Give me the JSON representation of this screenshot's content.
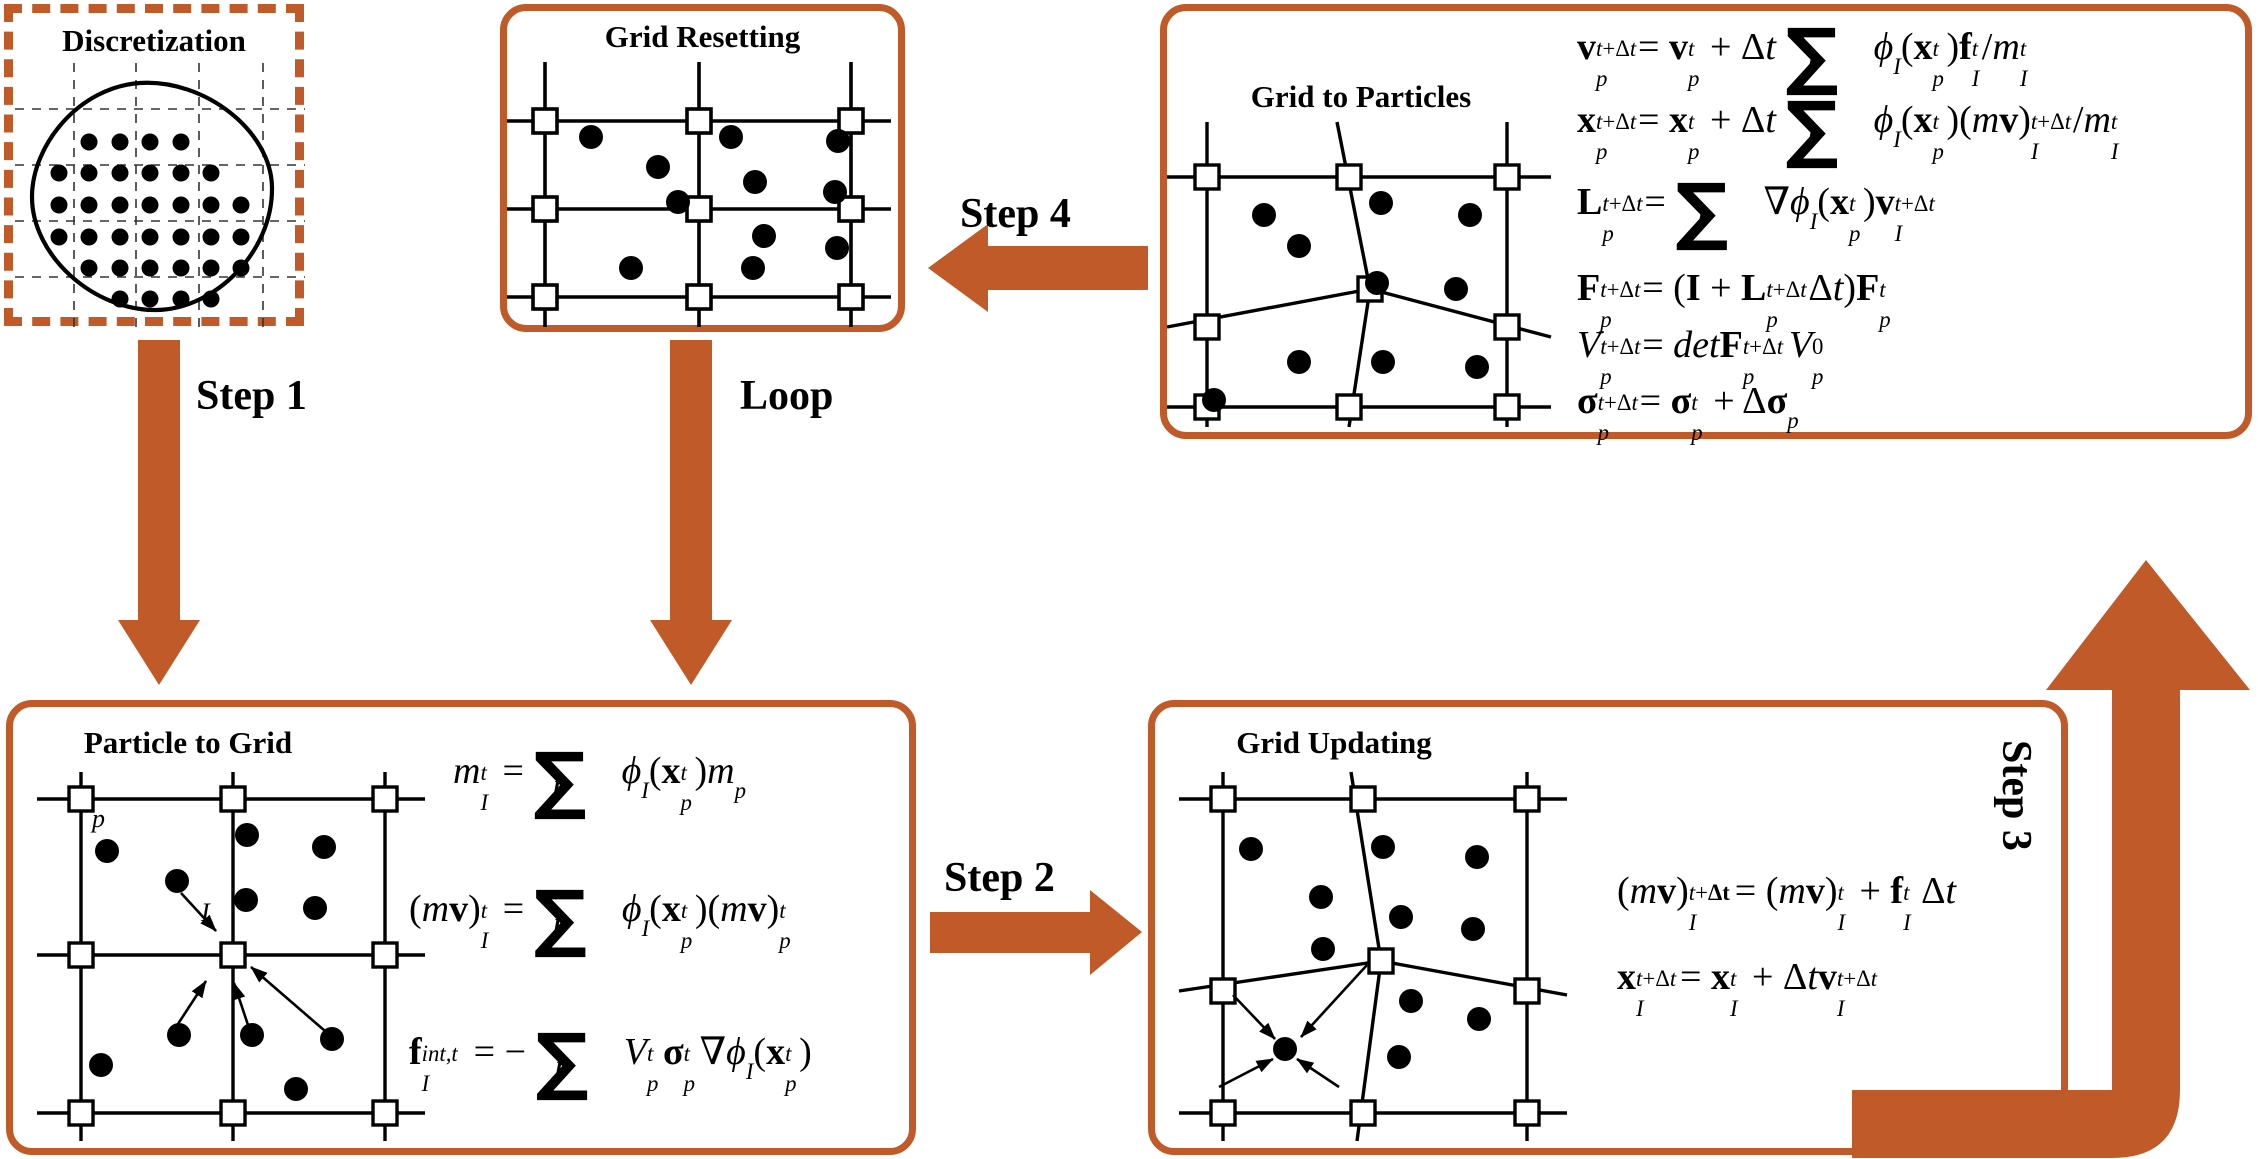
{
  "colors": {
    "accent_orange": "#C05A28",
    "ink_black": "#000000",
    "background": "#FFFFFF"
  },
  "panels": {
    "discretization": {
      "title": "Discretization",
      "border_style": "dashed",
      "border_color": "#C05A28"
    },
    "grid_resetting": {
      "title": "Grid Resetting",
      "border_style": "solid",
      "border_color": "#C05A28"
    },
    "grid_to_particles": {
      "title": "Grid to Particles",
      "border_style": "solid",
      "border_color": "#C05A28",
      "equations": [
        "v_p^{t+dt} = v_p^t + dt * SUM_I phi_I(x_p^t) f_I^t / m_I^t",
        "x_p^{t+dt} = x_p^t + dt * SUM_I phi_I(x_p^t) (mv)_I^{t+dt} / m_I^t",
        "L_p^{t+dt} = SUM_I grad phi_I(x_p^t) v_I^{t+dt}",
        "F_p^{t+dt} = (I + L_p^{t+dt} dt) F_p^t",
        "V_p^{t+dt} = det F_p^{t+dt} V_p^0",
        "sigma_p^{t+dt} = sigma_p^t + delta sigma_p"
      ]
    },
    "particle_to_grid": {
      "title": "Particle to Grid",
      "border_style": "solid",
      "border_color": "#C05A28",
      "node_label": "I",
      "particle_label": "p",
      "equations": [
        "m_I^t = SUM_p phi_I(x_p^t) m_p",
        "(mv)_I^t = SUM_p phi_I(x_p^t) (mv)_p^t",
        "f_I^{int,t} = - SUM_p V_p^t sigma_p^t grad phi_I(x_p^t)"
      ]
    },
    "grid_updating": {
      "title": "Grid Updating",
      "border_style": "solid",
      "border_color": "#C05A28",
      "equations": [
        "(mv)_I^{t+dt} = (mv)_I^t + f_I^t dt",
        "x_I^{t+dt} = x_I^t + dt v_I^{t+dt}"
      ]
    }
  },
  "arrows": {
    "step1": {
      "label": "Step 1",
      "direction": "down"
    },
    "loop": {
      "label": "Loop",
      "direction": "down"
    },
    "step2": {
      "label": "Step 2",
      "direction": "right"
    },
    "step3": {
      "label": "Step 3",
      "direction": "up-elbow"
    },
    "step4": {
      "label": "Step 4",
      "direction": "left"
    }
  },
  "chart_data": {
    "type": "diagram",
    "title": "Material Point Method (MPM) computation cycle",
    "nodes": [
      "Discretization",
      "Grid Resetting",
      "Particle to Grid",
      "Grid Updating",
      "Grid to Particles"
    ],
    "edges": [
      {
        "from": "Discretization",
        "to": "Particle to Grid",
        "label": "Step 1"
      },
      {
        "from": "Particle to Grid",
        "to": "Grid Updating",
        "label": "Step 2"
      },
      {
        "from": "Grid Updating",
        "to": "Grid to Particles",
        "label": "Step 3"
      },
      {
        "from": "Grid to Particles",
        "to": "Grid Resetting",
        "label": "Step 4"
      },
      {
        "from": "Grid Resetting",
        "to": "Particle to Grid",
        "label": "Loop"
      }
    ]
  }
}
